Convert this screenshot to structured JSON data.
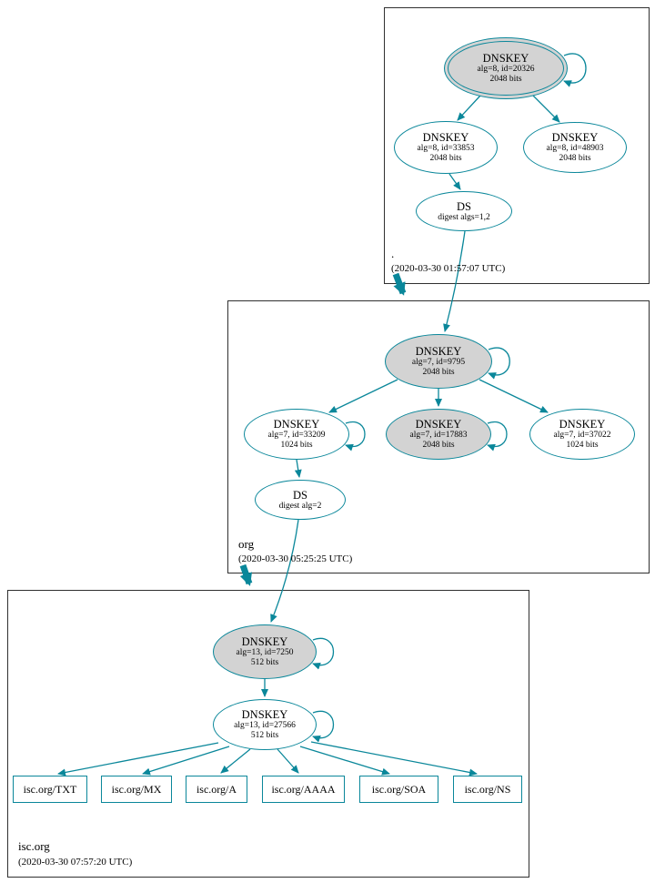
{
  "diagram_colors": {
    "edge_teal": "#0a879a",
    "ksk_fill": "#d3d3d3",
    "node_fill": "#ffffff",
    "zone_border": "#303030"
  },
  "zones": {
    "root": {
      "label": ".",
      "timestamp": "(2020-03-30 01:57:07 UTC)",
      "nodes": {
        "ksk": {
          "lines": [
            "DNSKEY",
            "alg=8, id=20326",
            "2048 bits"
          ]
        },
        "zsk_left": {
          "lines": [
            "DNSKEY",
            "alg=8, id=33853",
            "2048 bits"
          ]
        },
        "zsk_right": {
          "lines": [
            "DNSKEY",
            "alg=8, id=48903",
            "2048 bits"
          ]
        },
        "ds": {
          "lines": [
            "DS",
            "digest algs=1,2"
          ]
        }
      }
    },
    "org": {
      "label": "org",
      "timestamp": "(2020-03-30 05:25:25 UTC)",
      "nodes": {
        "ksk": {
          "lines": [
            "DNSKEY",
            "alg=7, id=9795",
            "2048 bits"
          ]
        },
        "zsk_left": {
          "lines": [
            "DNSKEY",
            "alg=7, id=33209",
            "1024 bits"
          ]
        },
        "zsk_mid": {
          "lines": [
            "DNSKEY",
            "alg=7, id=17883",
            "2048 bits"
          ]
        },
        "zsk_right": {
          "lines": [
            "DNSKEY",
            "alg=7, id=37022",
            "1024 bits"
          ]
        },
        "ds": {
          "lines": [
            "DS",
            "digest alg=2"
          ]
        }
      }
    },
    "isc": {
      "label": "isc.org",
      "timestamp": "(2020-03-30 07:57:20 UTC)",
      "nodes": {
        "ksk": {
          "lines": [
            "DNSKEY",
            "alg=13, id=7250",
            "512 bits"
          ]
        },
        "zsk": {
          "lines": [
            "DNSKEY",
            "alg=13, id=27566",
            "512 bits"
          ]
        }
      },
      "records": [
        "isc.org/TXT",
        "isc.org/MX",
        "isc.org/A",
        "isc.org/AAAA",
        "isc.org/SOA",
        "isc.org/NS"
      ]
    }
  }
}
